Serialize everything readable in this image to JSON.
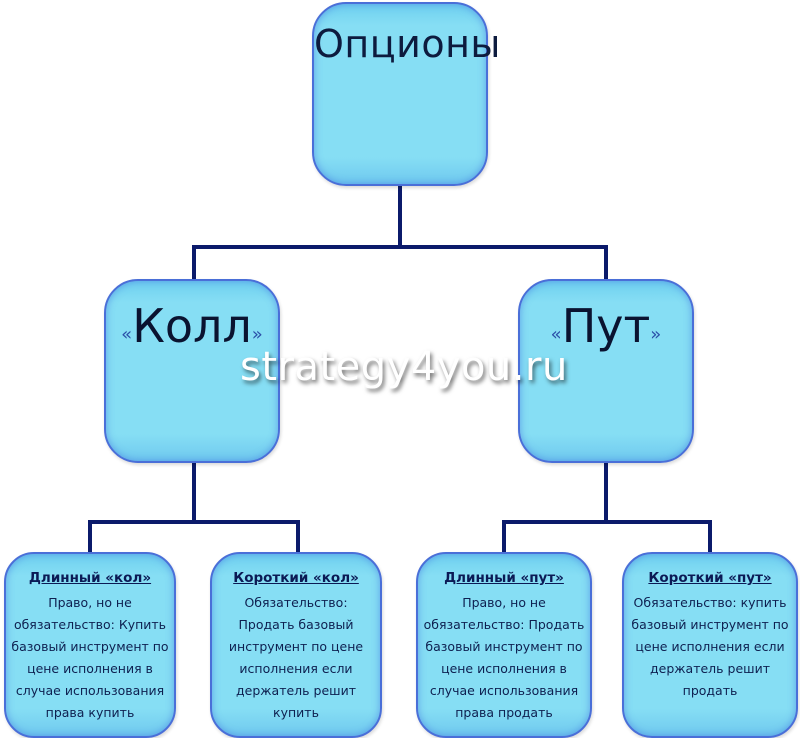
{
  "diagram": {
    "root": {
      "label": "Опционы"
    },
    "branches": [
      {
        "label": "Колл",
        "quote_open": "«",
        "quote_close": "»",
        "children": [
          {
            "title": "Длинный «кол»",
            "lines": [
              "Право, но не",
              "обязательство: Купить",
              "базовый инструмент по",
              "цене исполнения в",
              "случае использования",
              "права купить"
            ]
          },
          {
            "title": "Короткий «кол»",
            "lines": [
              "Обязательство:",
              "Продать базовый",
              "инструмент по цене",
              "исполнения если",
              "держатель решит",
              "купить"
            ]
          }
        ]
      },
      {
        "label": "Пут",
        "quote_open": "«",
        "quote_close": "»",
        "children": [
          {
            "title": "Длинный «пут»",
            "lines": [
              "Право, но не",
              "обязательство: Продать",
              "базовый инструмент по",
              "цене исполнения в",
              "случае использования",
              "права продать"
            ]
          },
          {
            "title": "Короткий «пут»",
            "lines": [
              "Обязательство: купить",
              "базовый инструмент по",
              "цене исполнения если",
              "держатель решит",
              "продать"
            ]
          }
        ]
      }
    ],
    "watermark": "strategy4you.ru",
    "colors": {
      "box_fill": "#86def4",
      "box_border": "#4a6fd8",
      "connector": "#0b1a6b",
      "text": "#0c1a3a"
    }
  }
}
